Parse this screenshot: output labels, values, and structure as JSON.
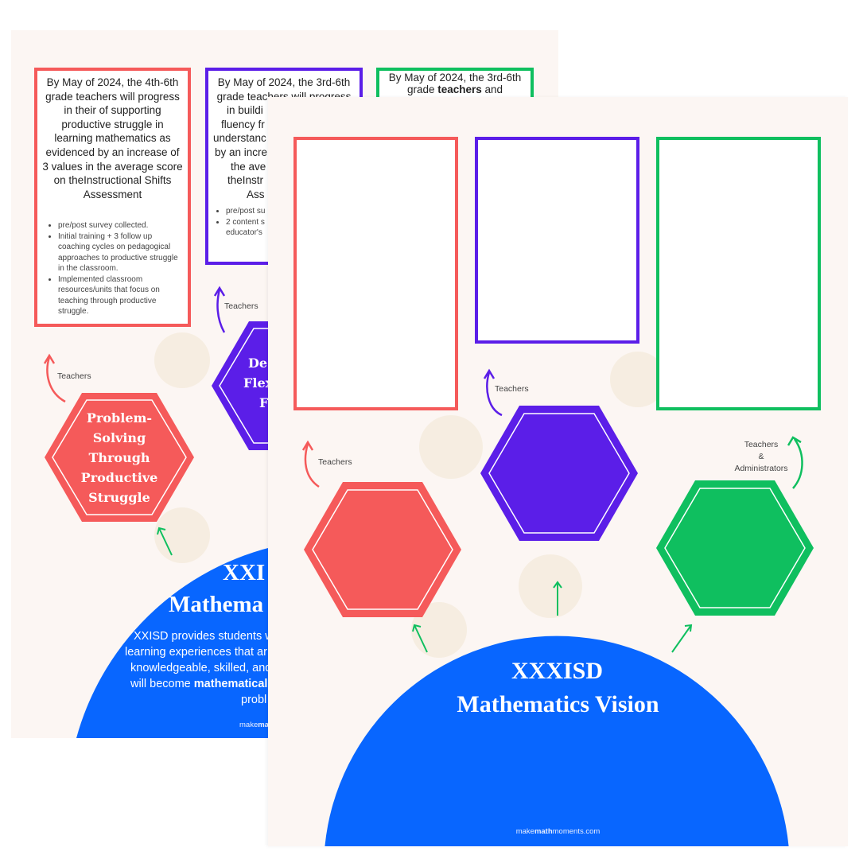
{
  "back_page": {
    "goal_cards": [
      {
        "color": "#f55a5a",
        "goal_lines": [
          "By May of 2024, the 4th-6th",
          "grade teachers will progress",
          "in their of supporting",
          "productive struggle in",
          "learning mathematics as",
          "evidenced by an increase of",
          "3 values in the average score",
          "on theInstructional Shifts",
          "Assessment"
        ],
        "bullets": [
          "pre/post survey collected.",
          "Initial training + 3 follow up coaching cycles on pedagogical approaches to productive struggle in the classroom.",
          "Implemented classroom resources/units that focus on teaching through productive struggle."
        ]
      },
      {
        "color": "#5b1ee8",
        "goal_lines": [
          "By May of 2024, the 3rd-6th",
          "grade teachers will progress",
          "in buildi",
          "fluency fr",
          "understanc",
          "by an incre",
          "the ave",
          "theInstr",
          "Ass"
        ],
        "bullets": [
          "pre/post su",
          "2 content s educator's"
        ]
      },
      {
        "color": "#0fbf5f",
        "goal_lines": [
          "By May of 2024, the 3rd-6th"
        ],
        "goal_line2_parts": [
          "grade ",
          "teachers",
          " and"
        ]
      }
    ],
    "arrow_labels": [
      "Teachers",
      "Teachers"
    ],
    "hexagons": [
      {
        "color": "#f55a5a",
        "lines": [
          "Problem-",
          "Solving",
          "Through",
          "Productive",
          "Struggle"
        ]
      },
      {
        "color": "#5b1ee8",
        "lines": [
          "De",
          "Flex",
          "F"
        ]
      }
    ],
    "vision": {
      "title_lines": [
        "XXI",
        "Mathema"
      ],
      "para_lines": [
        "XXISD provides students w",
        "learning experiences that ar",
        "knowledgeable, skilled, and"
      ],
      "para_line4_prefix": "will become ",
      "para_line4_bold": "mathematical",
      "para_line5": "probl",
      "footer_prefix": "make",
      "footer_bold": "ma"
    }
  },
  "front_page": {
    "card_colors": [
      "#f55a5a",
      "#5b1ee8",
      "#0fbf5f"
    ],
    "arrow_labels": {
      "red": "Teachers",
      "purple": "Teachers",
      "green": [
        "Teachers",
        "&",
        "Administrators"
      ]
    },
    "hexagon_colors": [
      "#f55a5a",
      "#5b1ee8",
      "#0fbf5f"
    ],
    "vision": {
      "title_lines": [
        "XXXISD",
        "Mathematics Vision"
      ],
      "footer_prefix": "make",
      "footer_bold": "math",
      "footer_suffix": "moments.com"
    }
  },
  "colors": {
    "blue": "#0866ff",
    "background": "#fcf6f3"
  }
}
